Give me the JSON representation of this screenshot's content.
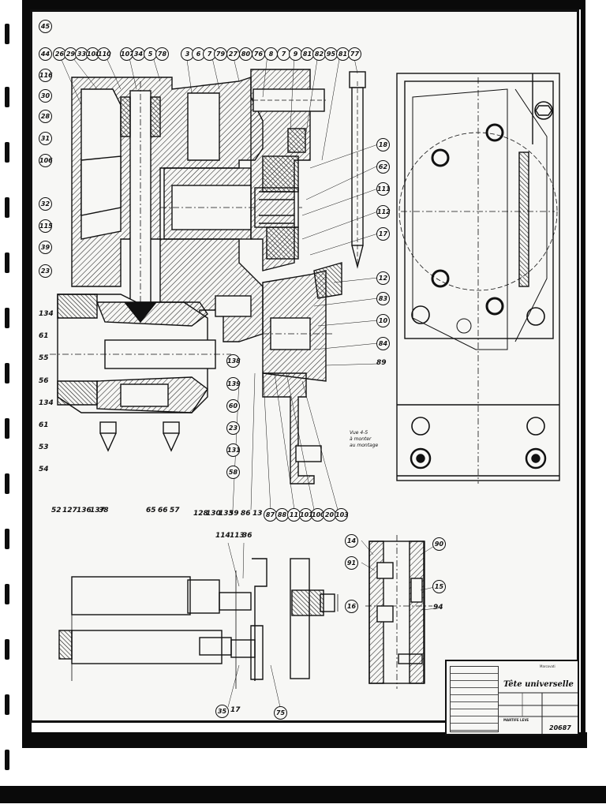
{
  "sheet": {
    "title": "Tête universelle",
    "drawing_number": "20687",
    "company_label": "Marcovati",
    "company": "MARTIFE LEVE"
  },
  "callouts": {
    "top_row": [
      "26",
      "29",
      "33",
      "108",
      "110",
      "107",
      "34",
      "5",
      "78",
      "3",
      "6",
      "7",
      "79",
      "27",
      "80",
      "76",
      "8",
      "7",
      "9",
      "81",
      "82",
      "95",
      "81",
      "77"
    ],
    "left_column": [
      "45",
      "44",
      "116",
      "30",
      "28",
      "31",
      "106",
      "32",
      "115",
      "39",
      "23",
      "134",
      "61",
      "55",
      "56",
      "134",
      "61",
      "53",
      "54"
    ],
    "right_side": [
      "18",
      "62",
      "111",
      "112",
      "17",
      "12",
      "83",
      "10",
      "84",
      "89"
    ],
    "middle_column": [
      "138",
      "139",
      "60",
      "23",
      "131",
      "58"
    ],
    "bottom_row_left": [
      "52",
      "127",
      "136",
      "137",
      "38",
      "65",
      "66",
      "57"
    ],
    "bottom_row_right": [
      "128",
      "130",
      "133",
      "59",
      "86",
      "13",
      "87",
      "88",
      "11",
      "101",
      "100",
      "20",
      "103"
    ],
    "lower_top": [
      "114",
      "113",
      "36"
    ],
    "lower_small": [
      "14",
      "91",
      "16",
      "90",
      "15",
      "94"
    ],
    "lower_bottom": [
      "35",
      "17",
      "75"
    ]
  },
  "notes": {
    "assembly_note": "Vue 4-5\nà monter\nau montage"
  }
}
